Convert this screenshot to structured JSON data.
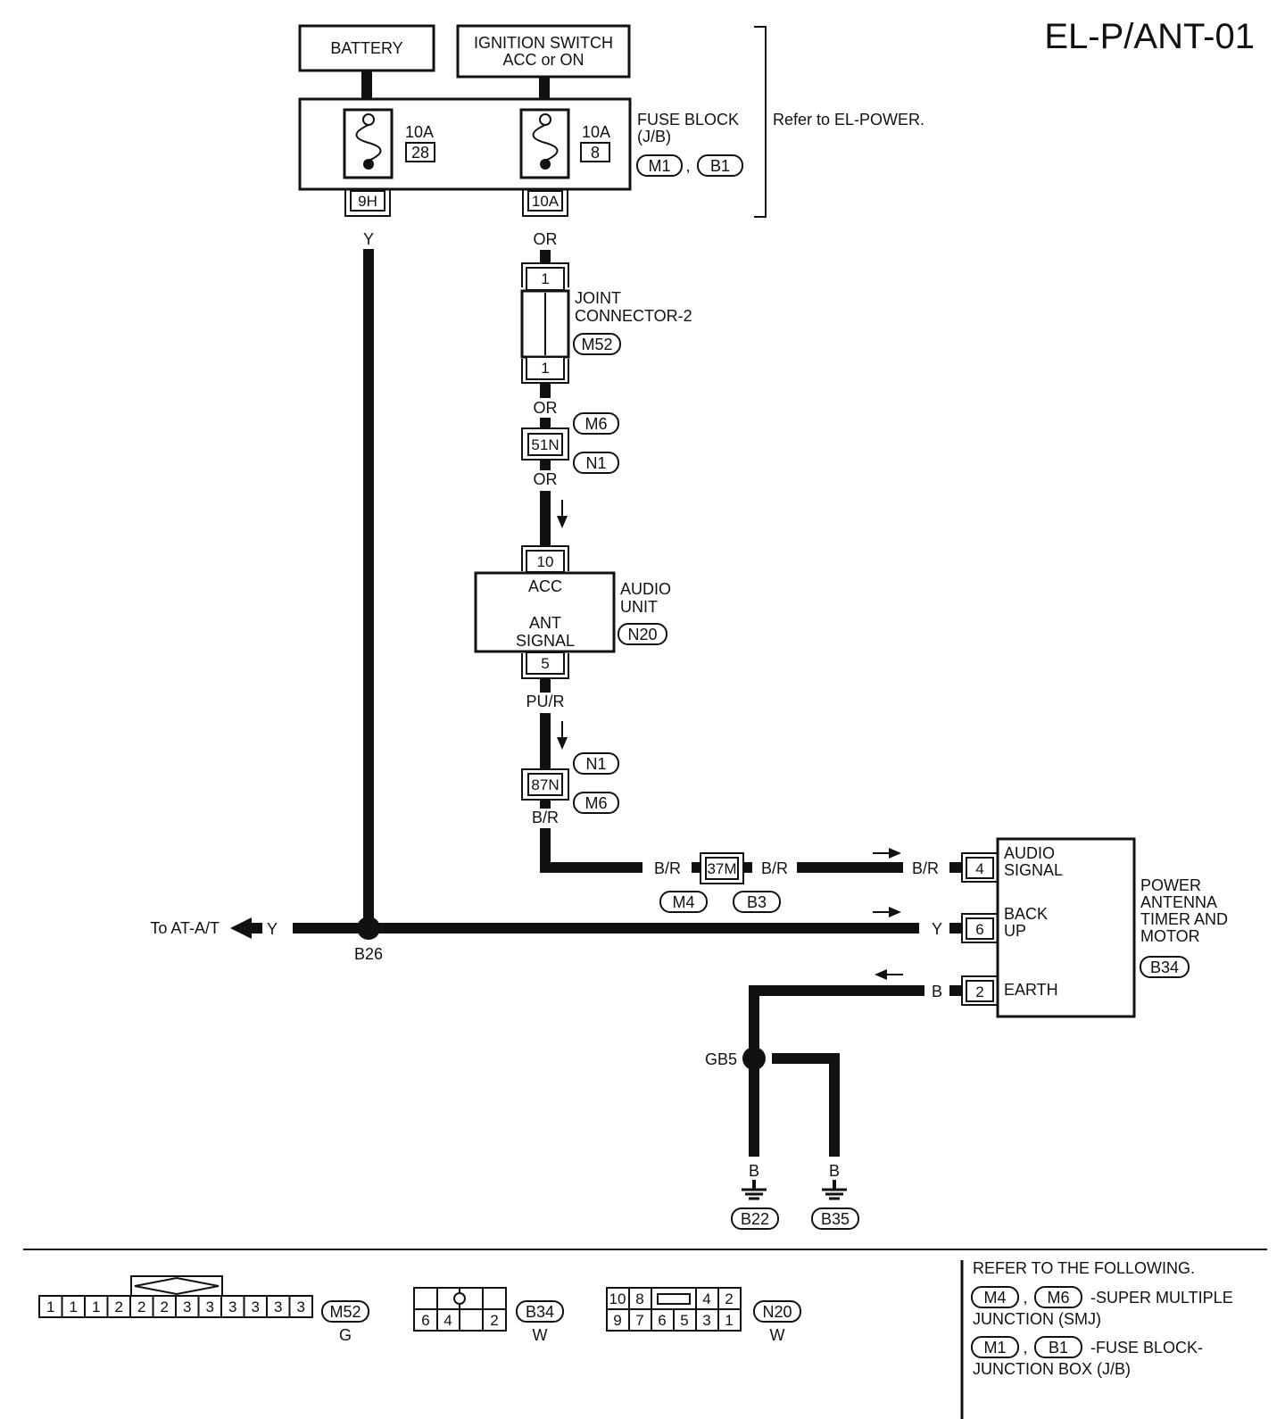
{
  "title": "EL-P/ANT-01",
  "battery": "BATTERY",
  "ignition": {
    "line1": "IGNITION SWITCH",
    "line2": "ACC or ON"
  },
  "fuse_left": {
    "rating": "10A",
    "number": "28"
  },
  "fuse_right": {
    "rating": "10A",
    "number": "8"
  },
  "fuse_block": {
    "line1": "FUSE BLOCK",
    "line2": "(J/B)",
    "conn1": "M1",
    "conn2": "B1",
    "sep": ","
  },
  "refer_power": "Refer to EL-POWER.",
  "terminals": {
    "left": "9H",
    "right": "10A"
  },
  "wires": {
    "y_top": "Y",
    "or1": "OR",
    "or2": "OR",
    "or3": "OR",
    "pur": "PU/R",
    "br1": "B/R",
    "br2": "B/R",
    "br3": "B/R",
    "br4": "B/R",
    "y_left": "Y",
    "y_right": "Y",
    "b_earth": "B",
    "b_g1": "B",
    "b_g2": "B"
  },
  "joint_connector": {
    "line1": "JOINT",
    "line2": "CONNECTOR-2",
    "conn": "M52",
    "pin_top": "1",
    "pin_bottom": "1"
  },
  "conn_51n": {
    "pin": "51N",
    "conn_top": "M6",
    "conn_bottom": "N1"
  },
  "audio_unit": {
    "pin_top": "10",
    "acc": "ACC",
    "ant1": "ANT",
    "ant2": "SIGNAL",
    "pin_bottom": "5",
    "line1": "AUDIO",
    "line2": "UNIT",
    "conn": "N20"
  },
  "conn_87n": {
    "pin": "87N",
    "conn_top": "N1",
    "conn_bottom": "M6"
  },
  "conn_37m": {
    "pin": "37M",
    "conn_left": "M4",
    "conn_right": "B3"
  },
  "antenna": {
    "pin_audio": "4",
    "audio1": "AUDIO",
    "audio2": "SIGNAL",
    "pin_backup": "6",
    "back1": "BACK",
    "back2": "UP",
    "pin_earth": "2",
    "earth": "EARTH",
    "name1": "POWER",
    "name2": "ANTENNA",
    "name3": "TIMER AND",
    "name4": "MOTOR",
    "conn": "B34"
  },
  "to_at": "To AT-A/T",
  "splice_b26": "B26",
  "ground": {
    "gb5": "GB5",
    "g1": "B22",
    "g2": "B35"
  },
  "legend": {
    "m52": {
      "pins_top": [
        "1",
        "1",
        "1",
        "2",
        "2",
        "2",
        "3",
        "3",
        "3",
        "3",
        "3",
        "3"
      ],
      "conn": "M52",
      "color": "G"
    },
    "b34": {
      "cells_bottom": [
        "6",
        "4",
        "",
        "2"
      ],
      "conn": "B34",
      "color": "W"
    },
    "n20": {
      "row_top": [
        "10",
        "8",
        "",
        "4",
        "2"
      ],
      "row_bottom": [
        "9",
        "7",
        "6",
        "5",
        "3",
        "1"
      ],
      "conn": "N20",
      "color": "W"
    }
  },
  "refer": {
    "heading": "REFER TO THE FOLLOWING.",
    "smj_c1": "M4",
    "smj_c2": "M6",
    "smj_sep": ",",
    "smj_text": "-SUPER MULTIPLE",
    "smj_text2": "JUNCTION (SMJ)",
    "jb_c1": "M1",
    "jb_c2": "B1",
    "jb_sep": ",",
    "jb_text": "-FUSE BLOCK-",
    "jb_text2": "JUNCTION BOX (J/B)"
  }
}
